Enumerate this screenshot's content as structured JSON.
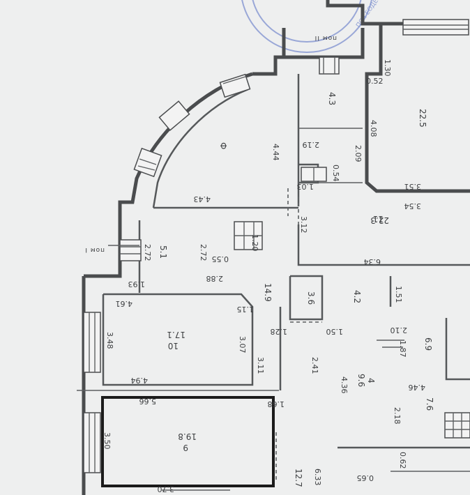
{
  "markers": {
    "pom_top": "пом II",
    "pom_left": "пом I"
  },
  "dims": {
    "d_130": "1.30",
    "d_052": "0.52",
    "d_408": "4.08",
    "d_209": "2.09",
    "d_351": "3.51",
    "d_354": "3.54",
    "d_219": "2.19",
    "d_054": "0.54",
    "d_103": "1.03",
    "d_444": "4.44",
    "d_443": "4.43",
    "d_312": "3.12",
    "d_634": "6.34",
    "d_272a": "2.72",
    "d_272b": "2.72",
    "d_120": "1.20",
    "d_055": "0.55",
    "d_288": "2.88",
    "d_193": "1.93",
    "d_461": "4.61",
    "d_115": "1.15",
    "d_151": "1.51",
    "d_128": "1.28",
    "d_150": "1.50",
    "d_210": "2.10",
    "d_187": "1.87",
    "d_348": "3.48",
    "d_307": "3.07",
    "d_311": "3.11",
    "d_241": "2.41",
    "d_436": "4.36",
    "d_446": "4.46",
    "d_494": "4.94",
    "d_566": "5.66",
    "d_168": "1.68",
    "d_218": "2.18",
    "d_350": "3.50",
    "d_062": "0.62",
    "d_065": "0.65",
    "d_633": "6.33",
    "d_370": "3.70"
  },
  "rooms": {
    "r_top_small": "4.3",
    "r_top_right": "22.5",
    "r_arc": "Ф",
    "r_mid_right": "22.3",
    "r_mid_right_sub": "11",
    "r_left_small": "5.1",
    "r_14": "14.9",
    "r_3_6": "3.6",
    "r_4_2": "4.2",
    "r_17": "17.1",
    "r_17_sub": "10",
    "r_9": "9.6",
    "r_9_sub": "4",
    "r_right_col": "6.9",
    "r_right_col_b": "7.6",
    "r_main": "19.8",
    "r_main_sub": "9",
    "r_bottom": "12.7"
  }
}
